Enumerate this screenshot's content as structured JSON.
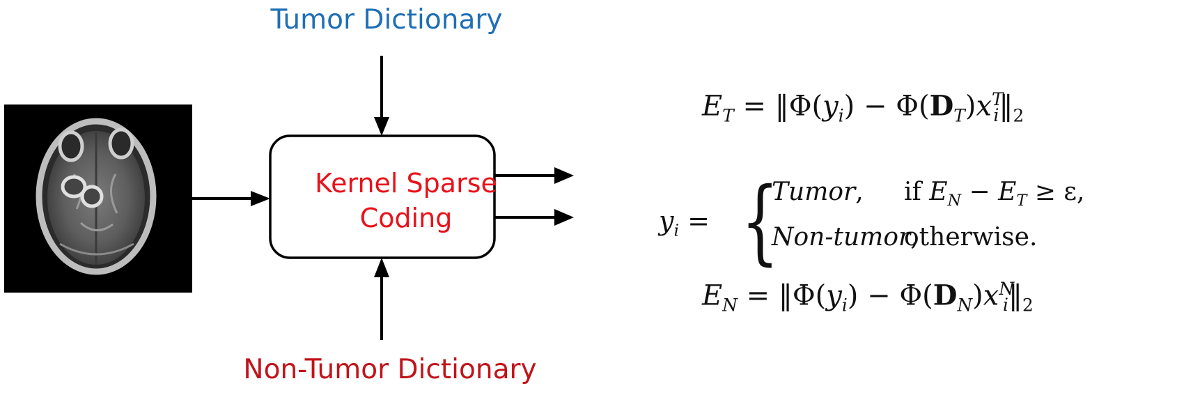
{
  "labels": {
    "tumor_dictionary": "Tumor Dictionary",
    "non_tumor_dictionary": "Non-Tumor Dictionary",
    "box_line1": "Kernel Sparse",
    "box_line2": "Coding"
  },
  "equations": {
    "e_t": {
      "lhs": "E",
      "lhs_sub": "T",
      "eq": " = ‖Φ(",
      "y": "y",
      "y_sub": "i",
      "mid": ") − Φ(",
      "d": "D",
      "d_sub": "T",
      "close": ")",
      "x": "x",
      "x_sup": "T",
      "x_sub": "i",
      "norm": "‖",
      "norm_sub": "2"
    },
    "e_n": {
      "lhs": "E",
      "lhs_sub": "N",
      "eq": " = ‖Φ(",
      "y": "y",
      "y_sub": "i",
      "mid": ") − Φ(",
      "d": "D",
      "d_sub": "N",
      "close": ")",
      "x": "x",
      "x_sup": "N",
      "x_sub": "i",
      "norm": "‖",
      "norm_sub": "2"
    },
    "decision": {
      "lhs_var": "y",
      "lhs_sub": "i",
      "lhs_eq": " =",
      "case_tumor": "Tumor",
      "case_non_tumor": "Non-tumor",
      "comma": ",",
      "cond_if": "if ",
      "cond_en": "E",
      "cond_en_sub": "N",
      "cond_minus": " − ",
      "cond_et": "E",
      "cond_et_sub": "T",
      "cond_ge": " ≥ ε,",
      "cond_otherwise": "otherwise."
    }
  },
  "colors": {
    "tumor_label": "#1f6fb5",
    "non_tumor_label": "#c0141a",
    "box_text": "#e8121a",
    "arrows": "#000000"
  }
}
